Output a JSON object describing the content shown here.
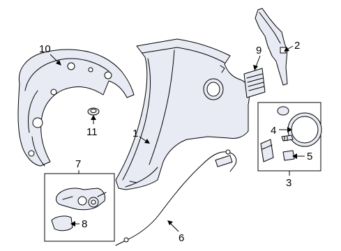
{
  "callouts": {
    "c1": "1",
    "c2": "2",
    "c3": "3",
    "c4": "4",
    "c5": "5",
    "c6": "6",
    "c7": "7",
    "c8": "8",
    "c9": "9",
    "c10": "10",
    "c11": "11"
  },
  "colors": {
    "part_fill": "#e8eaf4",
    "line": "#000000",
    "background": "#ffffff"
  }
}
